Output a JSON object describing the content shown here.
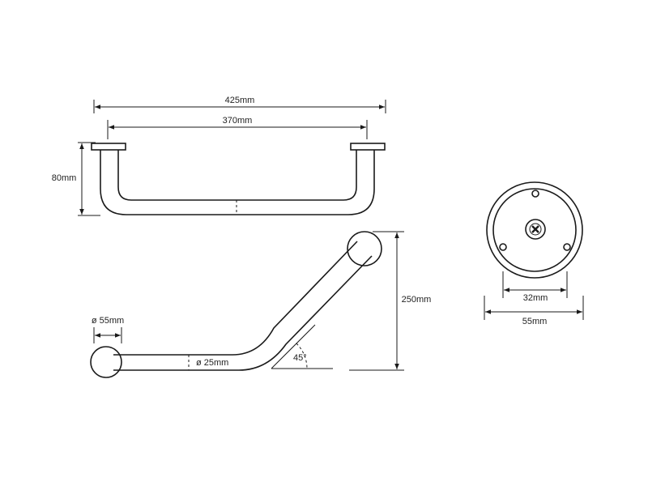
{
  "dimensions": {
    "top_overall_width": "425mm",
    "top_inner_width": "370mm",
    "top_depth": "80mm",
    "side_height": "250mm",
    "flange_diameter": "ø 55mm",
    "tube_diameter": "ø 25mm",
    "angle": "45°",
    "rosette_hole_spacing": "32mm",
    "rosette_diameter": "55mm"
  },
  "colors": {
    "line": "#1a1a1a",
    "background": "#ffffff"
  },
  "icons": {
    "screw": "cross-screw-icon"
  }
}
